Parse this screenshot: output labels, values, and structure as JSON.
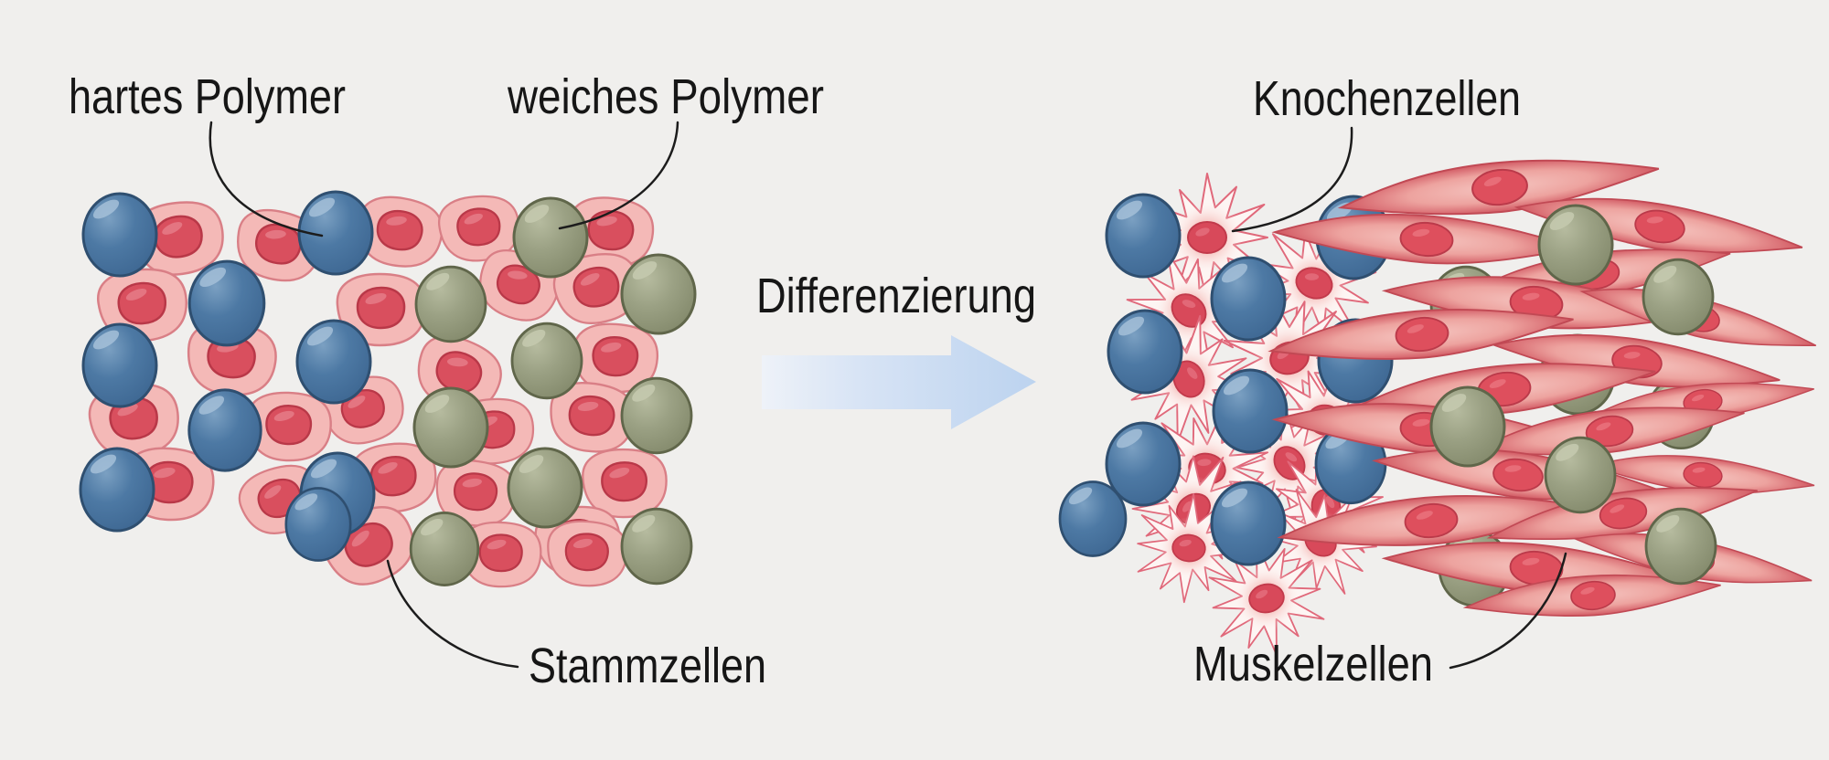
{
  "title": "Stammzellen-Differenzierung (Polymer-Steifigkeit bestimmt Zellschicksal)",
  "labels": {
    "hard_polymer": "hartes Polymer",
    "soft_polymer": "weiches Polymer",
    "stem_cells": "Stammzellen",
    "bone_cells": "Knochenzellen",
    "muscle_cells": "Muskelzellen",
    "process": "Differenzierung"
  },
  "colors": {
    "background": "#f0efed",
    "text": "#161616",
    "pointer_line": "#1c1c1c",
    "hard_polymer_blue": "#4d79a4",
    "hard_polymer_edge": "#2f4f70",
    "soft_polymer_olive": "#9ba184",
    "soft_polymer_edge": "#60664a",
    "stem_cell_body": "#f4b9b7",
    "stem_cell_edge": "#d97f86",
    "nucleus_red": "#d94f5e",
    "nucleus_edge": "#b93848",
    "bone_cell_outline": "#e0687a",
    "bone_cell_body": "#fdf5f3",
    "muscle_cell_dark": "#d4555f",
    "muscle_cell_light": "#f5c5c0",
    "arrow_blue": "#bcd3ef"
  },
  "cells": {
    "left": {
      "blue": [
        [
          131,
          257,
          0,
          1
        ],
        [
          367,
          255,
          0,
          1
        ],
        [
          248,
          332,
          0,
          1.02
        ],
        [
          131,
          400,
          0,
          1
        ],
        [
          365,
          396,
          0,
          1
        ],
        [
          246,
          471,
          0,
          0.98
        ],
        [
          128,
          536,
          0,
          1
        ],
        [
          369,
          541,
          0,
          1
        ],
        [
          348,
          574,
          0,
          0.88
        ]
      ],
      "olive": [
        [
          602,
          260,
          0,
          1
        ],
        [
          493,
          333,
          0,
          0.95
        ],
        [
          720,
          322,
          0,
          1
        ],
        [
          598,
          395,
          0,
          0.95
        ],
        [
          493,
          468,
          0,
          1
        ],
        [
          718,
          455,
          0,
          0.95
        ],
        [
          596,
          534,
          0,
          1
        ],
        [
          486,
          601,
          0,
          0.92
        ],
        [
          718,
          598,
          0,
          0.95
        ]
      ],
      "stem": [
        [
          196,
          262,
          -8,
          1
        ],
        [
          304,
          270,
          14,
          0.95
        ],
        [
          437,
          255,
          10,
          0.95
        ],
        [
          524,
          251,
          -4,
          0.9
        ],
        [
          668,
          255,
          6,
          0.95
        ],
        [
          566,
          314,
          24,
          0.9
        ],
        [
          156,
          335,
          -4,
          1
        ],
        [
          417,
          340,
          0,
          1
        ],
        [
          653,
          317,
          -10,
          0.95
        ],
        [
          253,
          394,
          8,
          1
        ],
        [
          398,
          450,
          -14,
          0.9
        ],
        [
          501,
          410,
          22,
          0.95
        ],
        [
          673,
          393,
          4,
          0.95
        ],
        [
          147,
          461,
          -6,
          1
        ],
        [
          316,
          468,
          2,
          0.95
        ],
        [
          540,
          473,
          -4,
          0.9
        ],
        [
          647,
          458,
          8,
          0.95
        ],
        [
          185,
          531,
          4,
          1
        ],
        [
          431,
          524,
          -6,
          0.95
        ],
        [
          520,
          541,
          8,
          0.9
        ],
        [
          683,
          530,
          0,
          0.95
        ],
        [
          307,
          548,
          -18,
          0.9
        ],
        [
          632,
          593,
          -4,
          0.95
        ],
        [
          405,
          599,
          -24,
          1
        ],
        [
          548,
          608,
          2,
          0.9
        ],
        [
          642,
          607,
          4,
          0.9
        ]
      ]
    },
    "right": {
      "bone": [
        [
          1320,
          260,
          0,
          1
        ],
        [
          1437,
          310,
          20,
          0.95
        ],
        [
          1300,
          340,
          40,
          0.95
        ],
        [
          1410,
          392,
          -15,
          1
        ],
        [
          1300,
          415,
          70,
          0.95
        ],
        [
          1450,
          460,
          10,
          0.95
        ],
        [
          1410,
          507,
          55,
          0.9
        ],
        [
          1320,
          513,
          15,
          0.95
        ],
        [
          1305,
          557,
          -30,
          0.9
        ],
        [
          1450,
          555,
          80,
          0.9
        ],
        [
          1300,
          600,
          5,
          0.85
        ],
        [
          1444,
          593,
          35,
          0.85
        ],
        [
          1385,
          655,
          -10,
          0.9
        ]
      ],
      "blue": [
        [
          1250,
          258,
          0,
          1
        ],
        [
          1480,
          260,
          0,
          1
        ],
        [
          1365,
          327,
          0,
          1
        ],
        [
          1252,
          385,
          0,
          1
        ],
        [
          1482,
          395,
          0,
          1
        ],
        [
          1367,
          450,
          0,
          1
        ],
        [
          1250,
          508,
          0,
          1
        ],
        [
          1477,
          508,
          0,
          0.95
        ],
        [
          1365,
          573,
          0,
          1
        ],
        [
          1195,
          568,
          0,
          0.9
        ]
      ],
      "olive_back": [
        [
          1603,
          333,
          0,
          0.95
        ],
        [
          1725,
          410,
          0,
          1
        ],
        [
          1838,
          452,
          0,
          0.9
        ],
        [
          1612,
          622,
          0,
          0.95
        ]
      ],
      "muscle": [
        [
          1640,
          205,
          -6,
          1
        ],
        [
          1815,
          248,
          9,
          0.9
        ],
        [
          1560,
          262,
          4,
          0.95
        ],
        [
          1745,
          300,
          -8,
          0.85
        ],
        [
          1680,
          332,
          6,
          0.95
        ],
        [
          1858,
          348,
          14,
          0.75
        ],
        [
          1555,
          366,
          -5,
          0.95
        ],
        [
          1790,
          396,
          8,
          0.9
        ],
        [
          1645,
          426,
          -6,
          0.95
        ],
        [
          1862,
          440,
          -6,
          0.7
        ],
        [
          1560,
          470,
          5,
          0.95
        ],
        [
          1760,
          472,
          -7,
          0.85
        ],
        [
          1660,
          520,
          7,
          0.9
        ],
        [
          1862,
          520,
          6,
          0.7
        ],
        [
          1565,
          570,
          -5,
          0.95
        ],
        [
          1775,
          562,
          -9,
          0.85
        ],
        [
          1680,
          622,
          5,
          0.95
        ],
        [
          1852,
          612,
          11,
          0.75
        ],
        [
          1742,
          652,
          -4,
          0.8
        ]
      ],
      "olive_front": [
        [
          1723,
          268,
          0,
          1
        ],
        [
          1835,
          325,
          0,
          0.95
        ],
        [
          1605,
          467,
          0,
          1
        ],
        [
          1728,
          520,
          0,
          0.95
        ],
        [
          1838,
          598,
          0,
          0.95
        ]
      ]
    }
  }
}
